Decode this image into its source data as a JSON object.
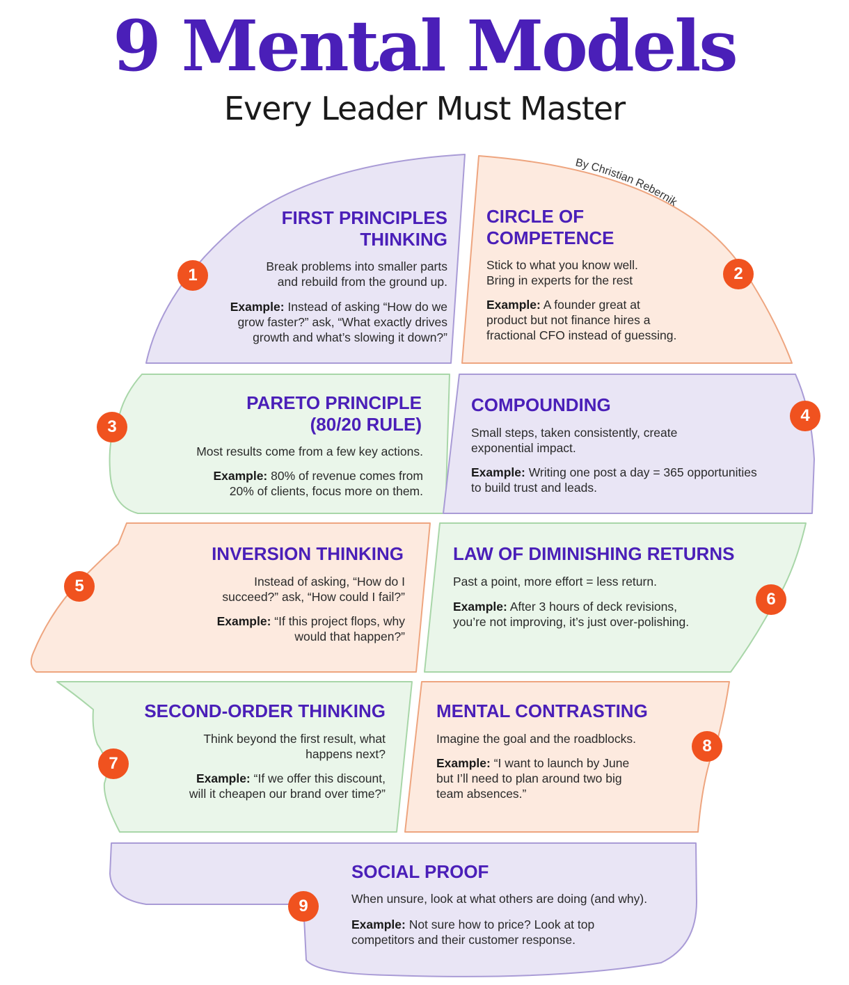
{
  "title": "9 Mental Models",
  "subtitle": "Every Leader Must Master",
  "byline": "By Christian Rebernik",
  "example_label": "Example:",
  "colors": {
    "title": "#4a1fb8",
    "badge": "#f0521f",
    "purple_fill": "#e9e5f5",
    "purple_stroke": "#a99bd6",
    "peach_fill": "#fdeadf",
    "peach_stroke": "#eea57f",
    "green_fill": "#eaf6ea",
    "green_stroke": "#a8d6a8"
  },
  "models": [
    {
      "number": "1",
      "title": [
        "FIRST PRINCIPLES",
        "THINKING"
      ],
      "description": [
        "Break problems into smaller parts",
        "and rebuild from the ground up."
      ],
      "example": [
        "Instead of asking “How do we",
        "grow faster?” ask, “What exactly drives",
        "growth and what’s slowing it down?”"
      ]
    },
    {
      "number": "2",
      "title": [
        "CIRCLE OF",
        "COMPETENCE"
      ],
      "description": [
        "Stick to what you know well.",
        "Bring in experts for the rest"
      ],
      "example": [
        "A founder great at",
        "product but not finance hires a",
        "fractional CFO instead of guessing."
      ]
    },
    {
      "number": "3",
      "title": [
        "PARETO PRINCIPLE",
        "(80/20 RULE)"
      ],
      "description": [
        "Most results come from a few key actions."
      ],
      "example": [
        "80% of revenue comes from",
        "20% of clients, focus more on them."
      ]
    },
    {
      "number": "4",
      "title": [
        "COMPOUNDING"
      ],
      "description": [
        "Small steps, taken consistently, create",
        "exponential impact."
      ],
      "example": [
        "Writing one post a day = 365 opportunities",
        "to build trust and leads."
      ]
    },
    {
      "number": "5",
      "title": [
        "INVERSION THINKING"
      ],
      "description": [
        "Instead of asking, “How do I",
        "succeed?” ask, “How could I fail?”"
      ],
      "example": [
        "“If this project flops, why",
        "would that happen?”"
      ]
    },
    {
      "number": "6",
      "title": [
        "LAW OF DIMINISHING RETURNS"
      ],
      "description": [
        "Past a point, more effort = less return."
      ],
      "example": [
        "After 3 hours of deck revisions,",
        "you’re not improving, it’s just over-polishing."
      ]
    },
    {
      "number": "7",
      "title": [
        "SECOND-ORDER THINKING"
      ],
      "description": [
        "Think beyond the first result, what",
        "happens next?"
      ],
      "example": [
        "“If we offer this discount,",
        "will it cheapen our brand over time?”"
      ]
    },
    {
      "number": "8",
      "title": [
        "MENTAL CONTRASTING"
      ],
      "description": [
        "Imagine the goal and the roadblocks."
      ],
      "example": [
        "“I want to launch by June",
        "but I’ll need to plan around two big",
        "team absences.”"
      ]
    },
    {
      "number": "9",
      "title": [
        "SOCIAL PROOF"
      ],
      "description": [
        "When unsure, look at what others are doing (and why)."
      ],
      "example": [
        "Not sure how to price? Look at top",
        "competitors and their customer response."
      ]
    }
  ]
}
